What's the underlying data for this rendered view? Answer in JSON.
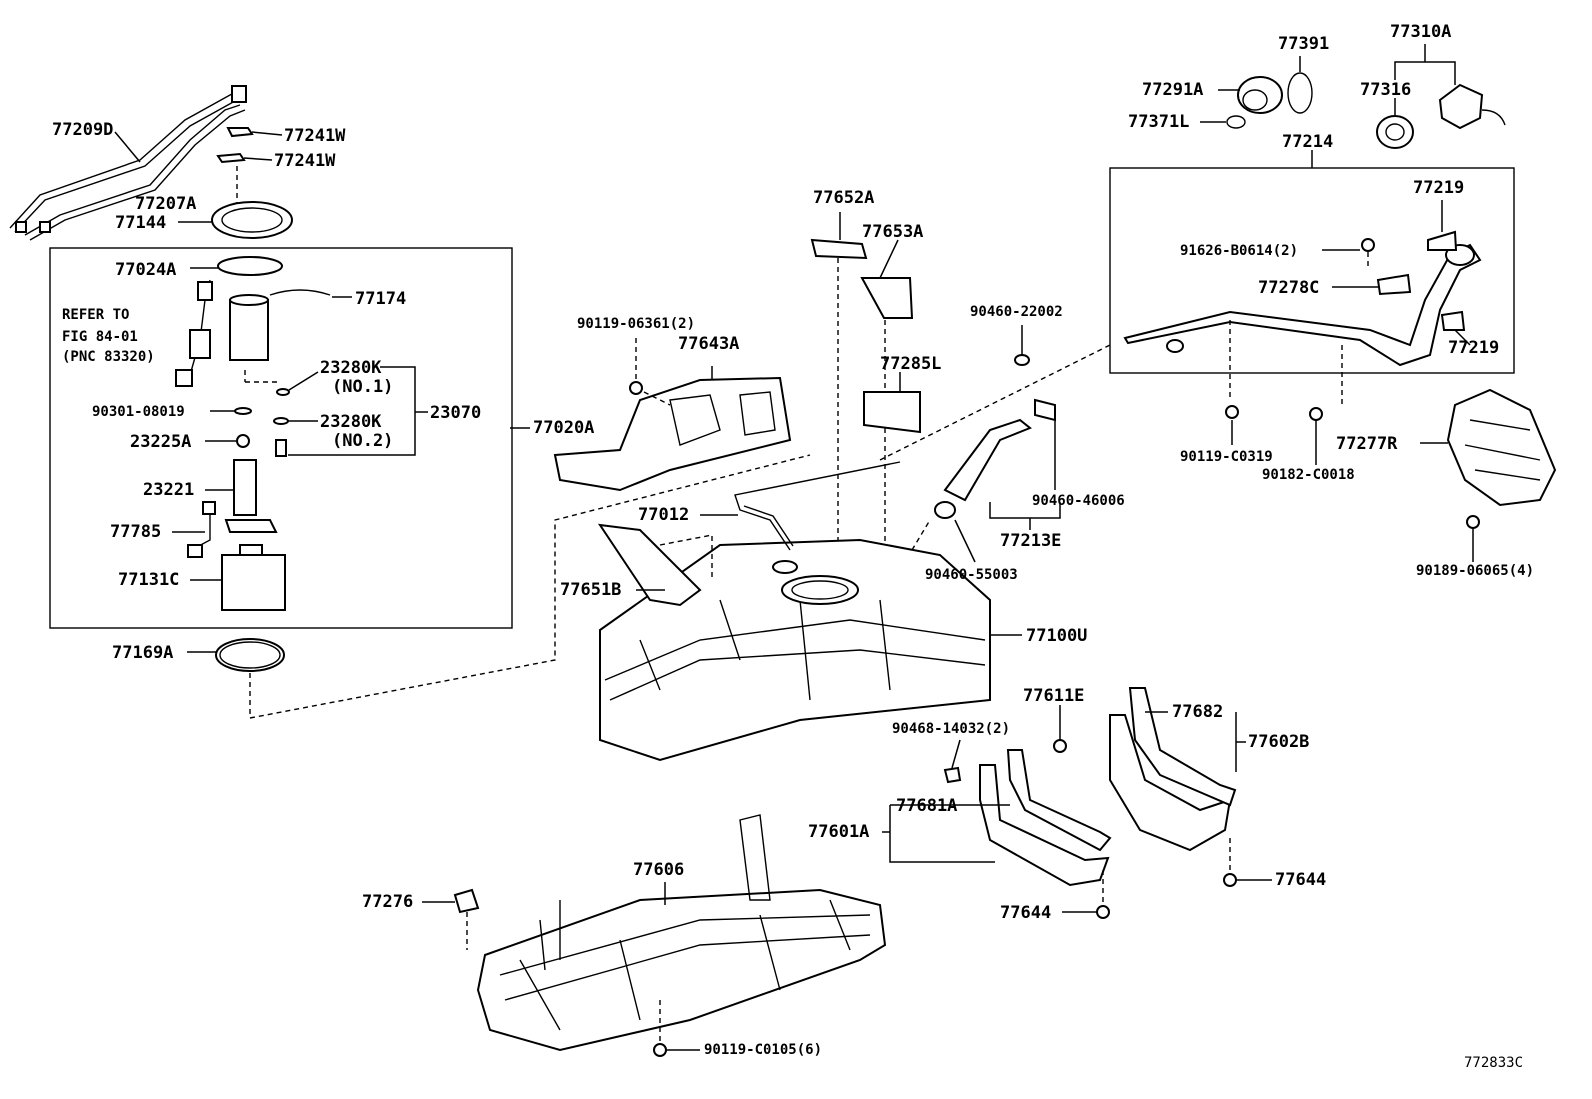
{
  "labels": {
    "p77391": "77391",
    "p77310A": "77310A",
    "p77291A": "77291A",
    "p77316": "77316",
    "p77371L": "77371L",
    "p77214": "77214",
    "p77209D": "77209D",
    "p77241W_1": "77241W",
    "p77241W_2": "77241W",
    "p77207A": "77207A",
    "p77144": "77144",
    "p77024A": "77024A",
    "p77174": "77174",
    "refer1": "REFER TO",
    "refer2": "FIG 84-01",
    "refer3": "(PNC 83320)",
    "p23280K_1": "23280K",
    "no1": "(NO.1)",
    "p90301": "90301-08019",
    "p23280K_2": "23280K",
    "no2": "(NO.2)",
    "p23070": "23070",
    "p23225A": "23225A",
    "p23221": "23221",
    "p77785": "77785",
    "p77131C": "77131C",
    "p77169A": "77169A",
    "p77652A": "77652A",
    "p77653A": "77653A",
    "p90119_06361": "90119-06361(2)",
    "p77643A": "77643A",
    "p77020A": "77020A",
    "p77285L": "77285L",
    "p90460_22002": "90460-22002",
    "p77219_1": "77219",
    "p91626": "91626-B0614(2)",
    "p77278C": "77278C",
    "p77219_2": "77219",
    "p77012": "77012",
    "p77651B": "77651B",
    "p90460_46006": "90460-46006",
    "p77213E": "77213E",
    "p90460_55003": "90460-55003",
    "p90119_C0319": "90119-C0319",
    "p90182": "90182-C0018",
    "p77277R": "77277R",
    "p90189": "90189-06065(4)",
    "p77100U": "77100U",
    "p77611E": "77611E",
    "p90468": "90468-14032(2)",
    "p77682": "77682",
    "p77602B": "77602B",
    "p77681A": "77681A",
    "p77601A": "77601A",
    "p77606": "77606",
    "p77276": "77276",
    "p77644_1": "77644",
    "p77644_2": "77644",
    "p90119_C0105": "90119-C0105(6)",
    "figure_code": "772833C"
  }
}
